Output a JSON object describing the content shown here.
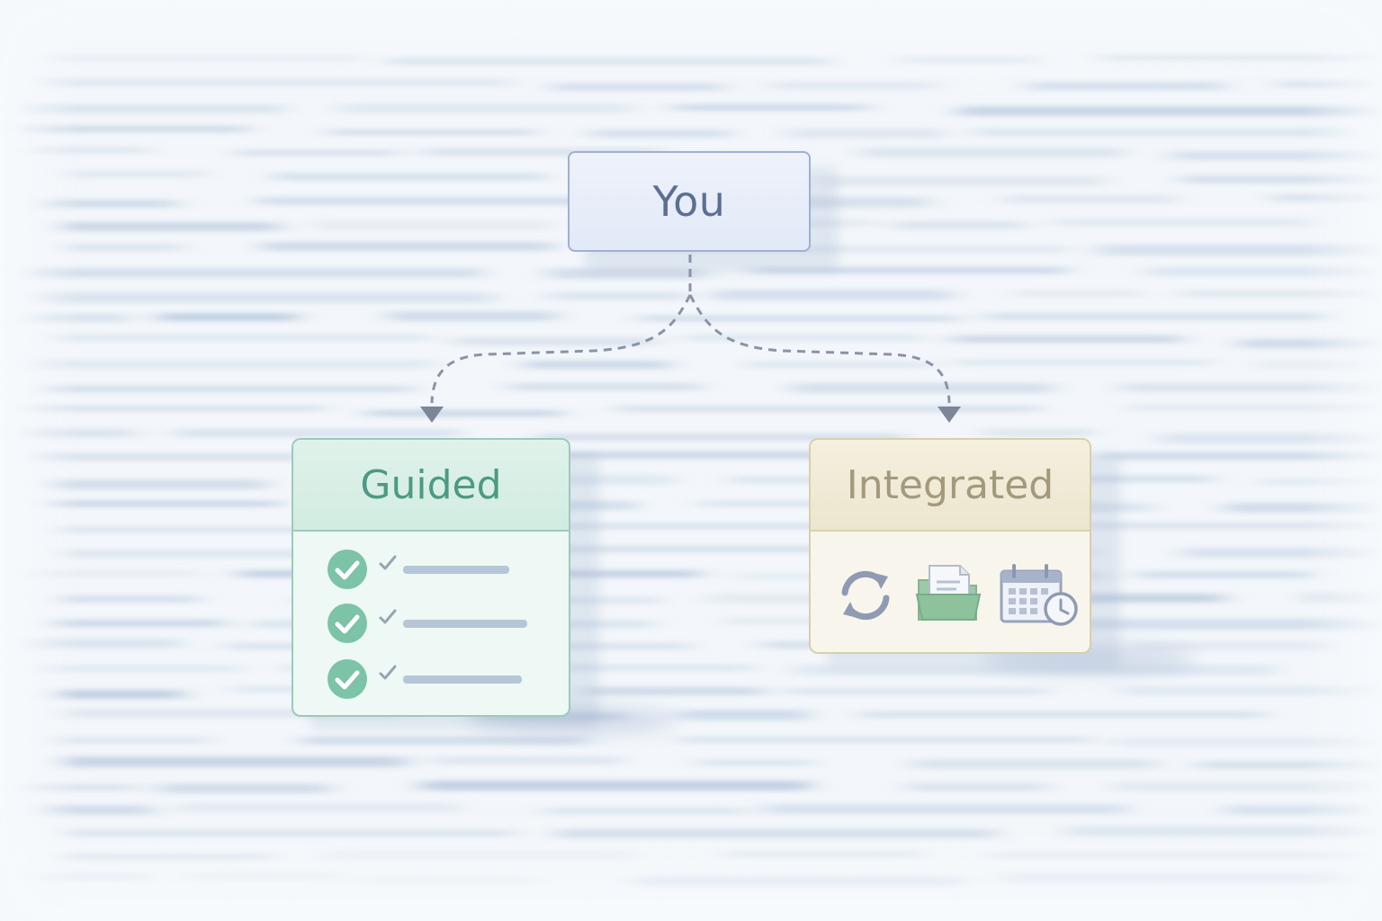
{
  "diagram": {
    "root": {
      "label": "You"
    },
    "branches": [
      {
        "label": "Guided",
        "checklist_items": 3
      },
      {
        "label": "Integrated",
        "icons": [
          "sync-icon",
          "document-folder-icon",
          "calendar-clock-icon"
        ]
      }
    ]
  },
  "colors": {
    "root_border": "#9fb0d2",
    "root_text": "#5c6f93",
    "guided_accent": "#4d9a83",
    "guided_check": "#7cc3a7",
    "integrated_accent": "#a39a7c",
    "connector": "#8a93a6"
  }
}
